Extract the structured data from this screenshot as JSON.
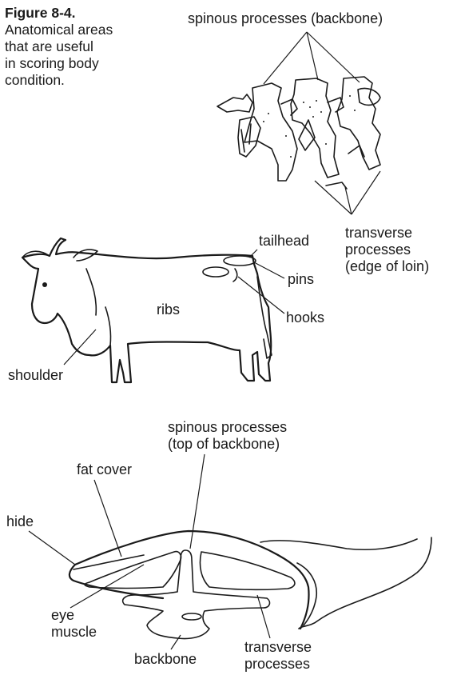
{
  "figure": {
    "number": "Figure 8-4.",
    "caption_lines": [
      "Anatomical areas",
      "that are useful",
      "in scoring body",
      "condition."
    ]
  },
  "vertebrae": {
    "label_top": "spinous processes (backbone)",
    "label_bottom": [
      "transverse",
      "processes",
      "(edge of loin)"
    ]
  },
  "cow": {
    "tailhead": "tailhead",
    "pins": "pins",
    "hooks": "hooks",
    "ribs": "ribs",
    "shoulder": "shoulder"
  },
  "cross_section": {
    "spinous": [
      "spinous processes",
      "(top of backbone)"
    ],
    "fat_cover": "fat cover",
    "hide": "hide",
    "eye_muscle": [
      "eye",
      "muscle"
    ],
    "backbone": "backbone",
    "transverse": [
      "transverse",
      "processes"
    ]
  }
}
